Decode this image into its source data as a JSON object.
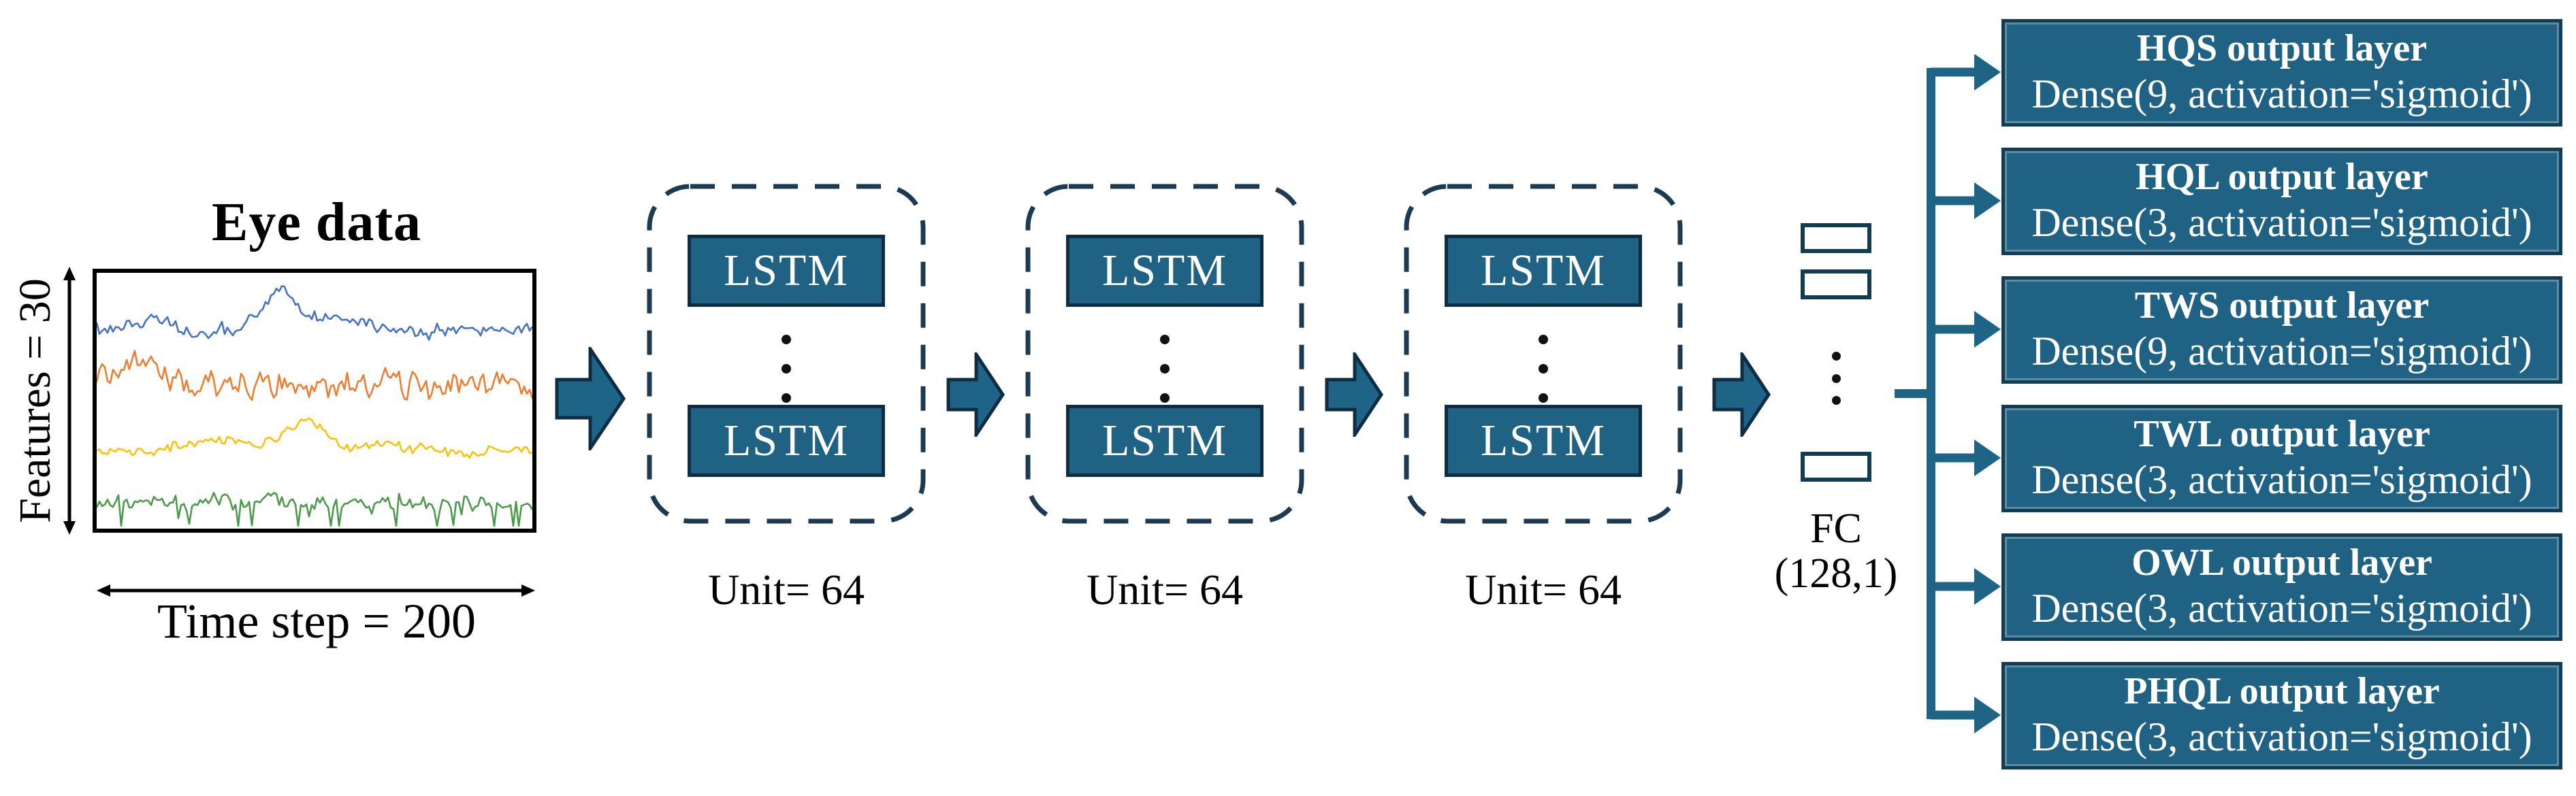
{
  "figure": {
    "input": {
      "title": "Eye data",
      "y_axis_label": "Features = 30",
      "x_axis_label": "Time step = 200",
      "series_colors": [
        "#4472C4",
        "#ED7D31",
        "#FFC00A",
        "#4C9B4C"
      ]
    },
    "lstm_blocks": [
      {
        "cell_label": "LSTM",
        "unit_label": "Unit= 64"
      },
      {
        "cell_label": "LSTM",
        "unit_label": "Unit= 64"
      },
      {
        "cell_label": "LSTM",
        "unit_label": "Unit= 64"
      }
    ],
    "fc": {
      "name": "FC",
      "shape": "(128,1)"
    },
    "output_layers": [
      {
        "title": "HQS output layer",
        "dense": "Dense(9, activation='sigmoid')"
      },
      {
        "title": "HQL output layer",
        "dense": "Dense(3, activation='sigmoid')"
      },
      {
        "title": "TWS output layer",
        "dense": "Dense(9, activation='sigmoid')"
      },
      {
        "title": "TWL output layer",
        "dense": "Dense(3, activation='sigmoid')"
      },
      {
        "title": "OWL output layer",
        "dense": "Dense(3, activation='sigmoid')"
      },
      {
        "title": "PHQL output layer",
        "dense": "Dense(3, activation='sigmoid')"
      }
    ],
    "colors": {
      "teal": "#1F6283",
      "teal_arrow": "#1E6486",
      "navy_border": "#0F2D42",
      "dash_border": "#1C3B52",
      "output_border": "#123C52"
    }
  }
}
